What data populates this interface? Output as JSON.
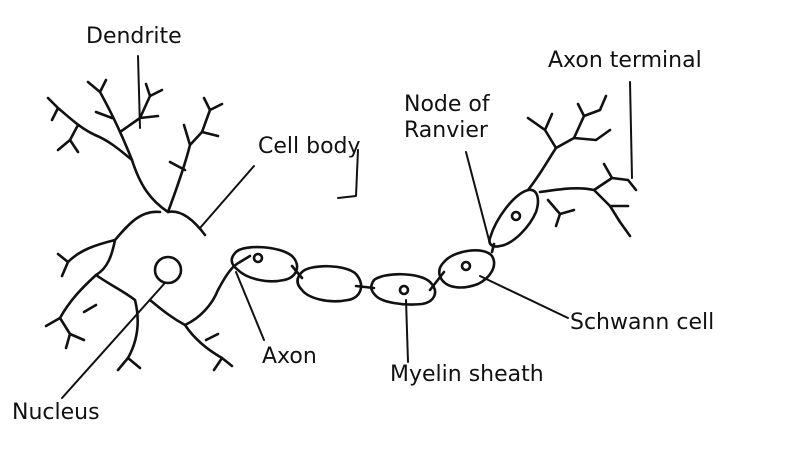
{
  "diagram": {
    "labels": {
      "dendrite": "Dendrite",
      "cell_body": "Cell body",
      "nucleus": "Nucleus",
      "axon": "Axon",
      "myelin_sheath": "Myelin sheath",
      "node_of_ranvier": "Node of Ranvier",
      "schwann_cell": "Schwann cell",
      "axon_terminal": "Axon terminal"
    },
    "colors": {
      "ink": "#111111",
      "paper": "#ffffff"
    }
  }
}
